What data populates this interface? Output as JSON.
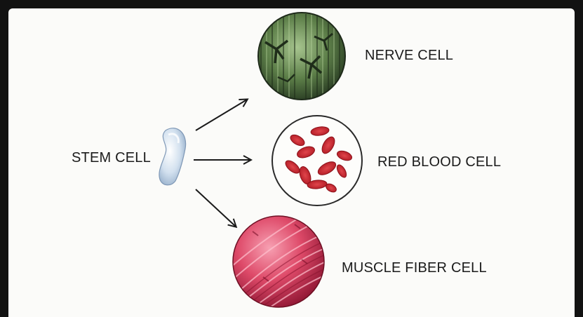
{
  "diagram": {
    "stem": {
      "label": "STEM CELL"
    },
    "targets": [
      {
        "label": "NERVE CELL",
        "icon": "nerve-cell-icon"
      },
      {
        "label": "RED BLOOD CELL",
        "icon": "red-blood-cell-icon"
      },
      {
        "label": "MUSCLE FIBER CELL",
        "icon": "muscle-fiber-cell-icon"
      }
    ]
  },
  "colors": {
    "frame": "#121212",
    "background": "#fbfbf9",
    "nerve_green": "#3e5e34",
    "blood_red": "#c8222a",
    "muscle_pink": "#d6405e",
    "stem_blue": "#c9d9ea"
  }
}
